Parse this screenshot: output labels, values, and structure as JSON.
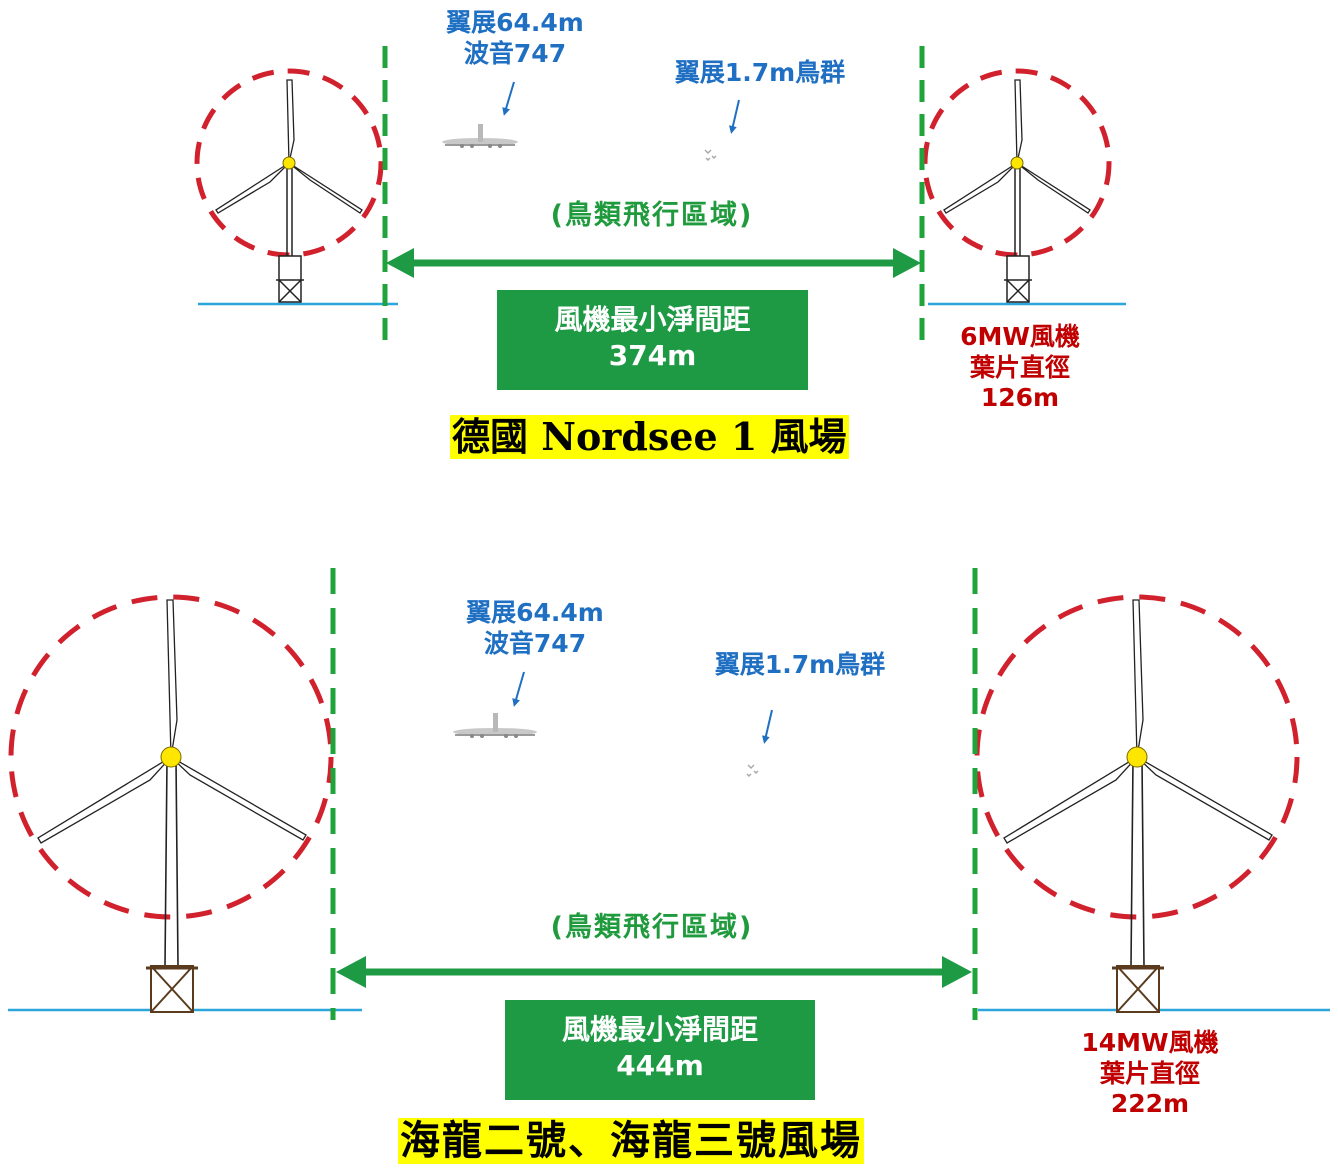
{
  "panels": [
    {
      "wingspan_plane": [
        "翼展64.4m",
        "波音747"
      ],
      "wingspan_birds": "翼展1.7m鳥群",
      "flight_zone": "(鳥類飛行區域)",
      "min_gap": [
        "風機最小淨間距",
        "374m"
      ],
      "turbine_spec": [
        "6MW風機",
        "葉片直徑",
        "126m"
      ],
      "title": "德國 Nordsee 1 風場"
    },
    {
      "wingspan_plane": [
        "翼展64.4m",
        "波音747"
      ],
      "wingspan_birds": "翼展1.7m鳥群",
      "flight_zone": "(鳥類飛行區域)",
      "min_gap": [
        "風機最小淨間距",
        "444m"
      ],
      "turbine_spec": [
        "14MW風機",
        "葉片直徑",
        "222m"
      ],
      "title": "海龍二號、海龍三號風場"
    }
  ],
  "colors": {
    "dashed_circle": "#d0212d",
    "boundary_line": "#1fa33b",
    "arrow": "#1e9a45",
    "sea": "#2aa6dc",
    "hub": "#ffe600",
    "title_highlight": "#ffff00",
    "label_blue": "#1f6fc3",
    "label_red": "#c00000"
  },
  "icons": [
    "wind-turbine-icon",
    "airplane-icon",
    "bird-flock-icon",
    "double-arrow-icon"
  ]
}
